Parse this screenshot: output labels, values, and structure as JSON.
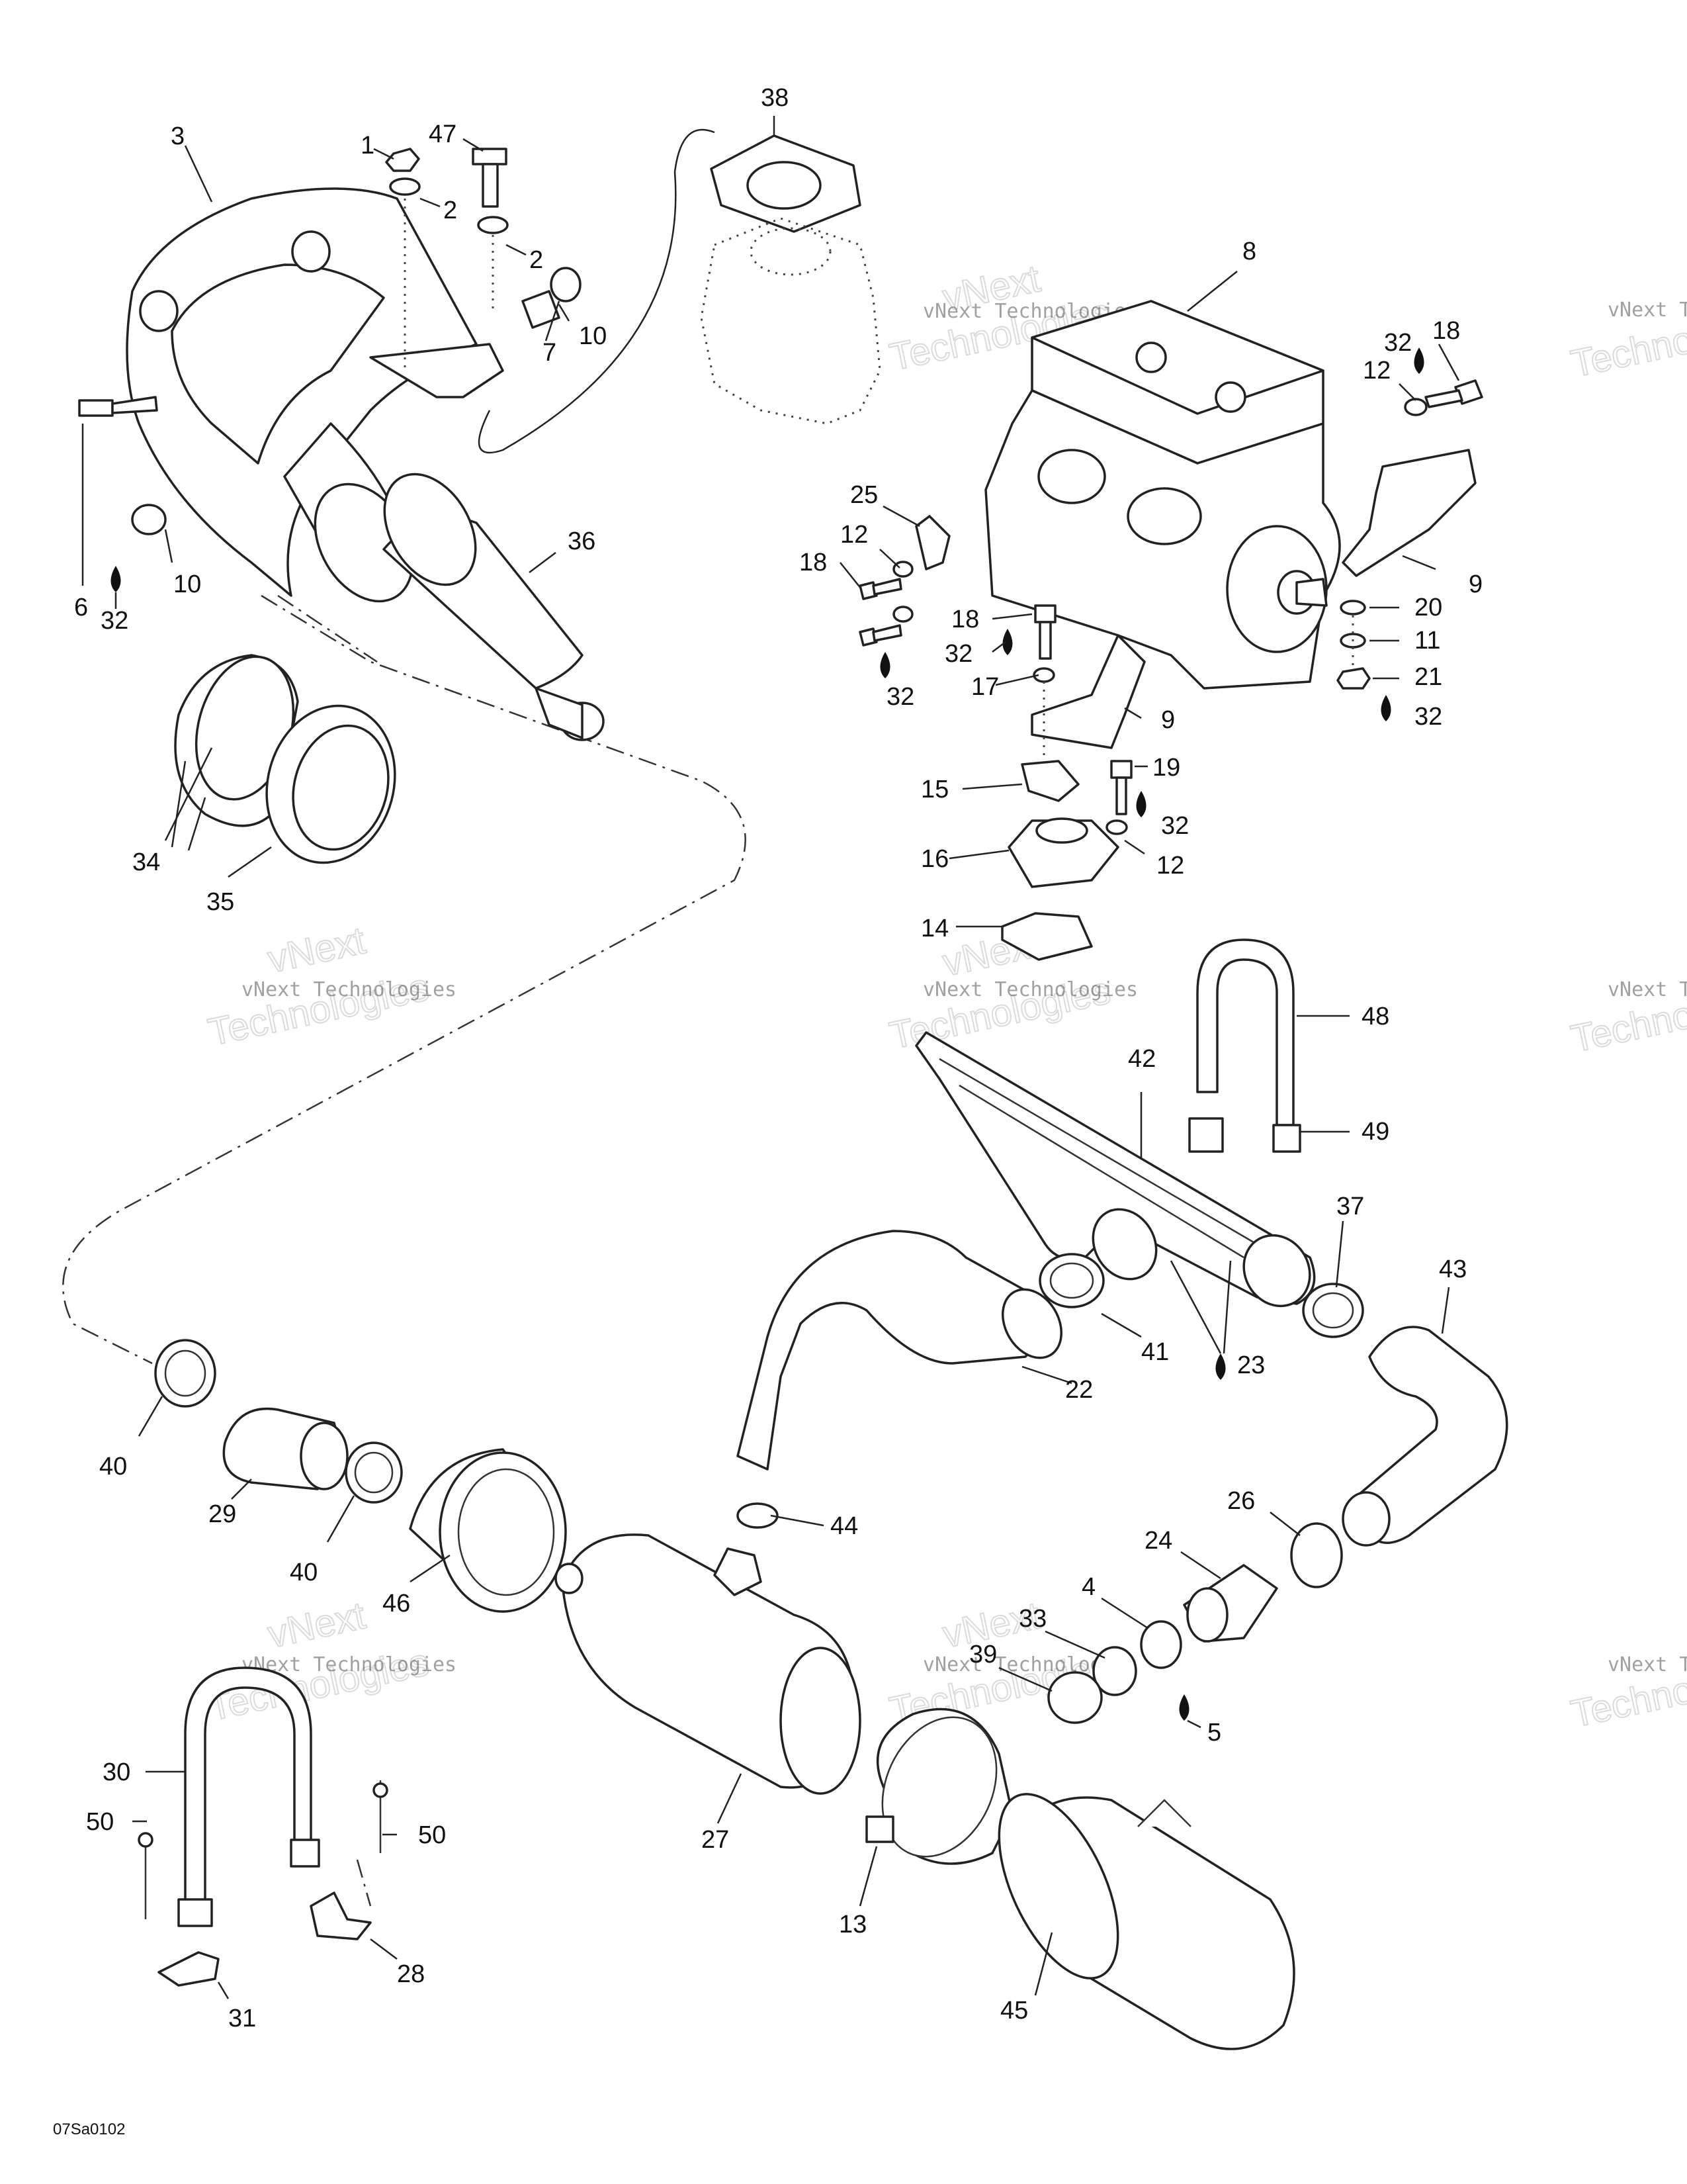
{
  "figure_code": "07Sa0102",
  "watermark": {
    "line1": "vNext Technologies",
    "big": "vNext Technologies",
    "big_line1": "vNext",
    "big_line2": "Technologies"
  },
  "callouts": {
    "c1": "1",
    "c47": "47",
    "c3": "3",
    "c2a": "2",
    "c2b": "2",
    "c38": "38",
    "c7": "7",
    "c10a": "10",
    "c10b": "10",
    "c6": "6",
    "c32a": "32",
    "c36": "36",
    "c34": "34",
    "c35": "35",
    "c8": "8",
    "c32b": "32",
    "c18a": "18",
    "c12a": "12",
    "c9a": "9",
    "c20": "20",
    "c11": "11",
    "c21": "21",
    "c32c": "32",
    "c25": "25",
    "c12b": "12",
    "c18b": "18",
    "c18c": "18",
    "c32d": "32",
    "c32e": "32",
    "c17": "17",
    "c9b": "9",
    "c19": "19",
    "c32f": "32",
    "c15": "15",
    "c16": "16",
    "c12c": "12",
    "c14": "14",
    "c48": "48",
    "c49": "49",
    "c42": "42",
    "c37": "37",
    "c43": "43",
    "c41": "41",
    "c23": "23",
    "c22": "22",
    "c40a": "40",
    "c29": "29",
    "c40b": "40",
    "c44": "44",
    "c26": "26",
    "c24": "24",
    "c4": "4",
    "c33": "33",
    "c39": "39",
    "c5": "5",
    "c46": "46",
    "c30": "30",
    "c50a": "50",
    "c50b": "50",
    "c27": "27",
    "c13": "13",
    "c28": "28",
    "c31": "31",
    "c45": "45"
  }
}
